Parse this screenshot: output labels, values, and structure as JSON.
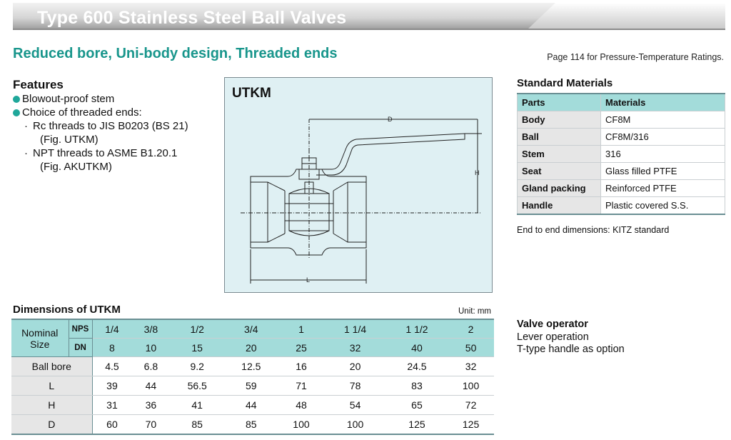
{
  "banner": {
    "title": "Type 600 Stainless Steel Ball Valves"
  },
  "subtitle": "Reduced bore, Uni-body design, Threaded ends",
  "page_ref": "Page 114 for Pressure-Temperature Ratings.",
  "features": {
    "heading": "Features",
    "items": [
      "Blowout-proof stem",
      "Choice of threaded ends:"
    ],
    "sub_items": [
      {
        "text": "Rc threads to JIS B0203 (BS 21)",
        "fig": "(Fig. UTKM)"
      },
      {
        "text": "NPT threads to ASME B1.20.1",
        "fig": "(Fig. AKUTKM)"
      }
    ]
  },
  "drawing": {
    "label": "UTKM",
    "dim_d": "D",
    "dim_h": "H",
    "dim_l": "L"
  },
  "materials": {
    "title": "Standard Materials",
    "headers": [
      "Parts",
      "Materials"
    ],
    "rows": [
      [
        "Body",
        "CF8M"
      ],
      [
        "Ball",
        "CF8M/316"
      ],
      [
        "Stem",
        "316"
      ],
      [
        "Seat",
        "Glass filled PTFE"
      ],
      [
        "Gland packing",
        "Reinforced PTFE"
      ],
      [
        "Handle",
        "Plastic covered S.S."
      ]
    ],
    "note": "End to end dimensions: KITZ standard"
  },
  "dimensions": {
    "title": "Dimensions of UTKM",
    "unit": "Unit: mm",
    "size_label": "Nominal Size",
    "nps_label": "NPS",
    "dn_label": "DN",
    "nps": [
      "1/4",
      "3/8",
      "1/2",
      "3/4",
      "1",
      "1 1/4",
      "1 1/2",
      "2"
    ],
    "dn": [
      "8",
      "10",
      "15",
      "20",
      "25",
      "32",
      "40",
      "50"
    ],
    "rows": [
      {
        "label": "Ball bore",
        "values": [
          "4.5",
          "6.8",
          "9.2",
          "12.5",
          "16",
          "20",
          "24.5",
          "32"
        ]
      },
      {
        "label": "L",
        "values": [
          "39",
          "44",
          "56.5",
          "59",
          "71",
          "78",
          "83",
          "100"
        ]
      },
      {
        "label": "H",
        "values": [
          "31",
          "36",
          "41",
          "44",
          "48",
          "54",
          "65",
          "72"
        ]
      },
      {
        "label": "D",
        "values": [
          "60",
          "70",
          "85",
          "85",
          "100",
          "100",
          "125",
          "125"
        ]
      }
    ]
  },
  "operator": {
    "heading": "Valve operator",
    "lines": [
      "Lever operation",
      "T-type handle as option"
    ]
  },
  "colors": {
    "accent": "#19968c",
    "header_fill": "#a3dcda",
    "drawing_bg": "#dff0f3"
  }
}
